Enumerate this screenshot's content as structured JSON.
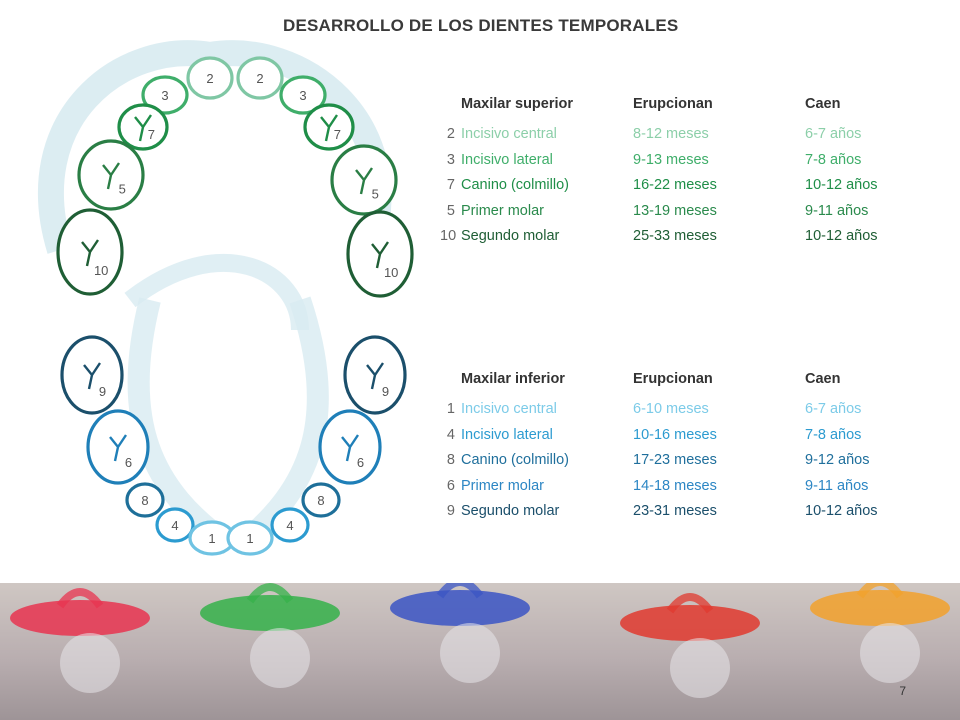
{
  "title": "DESARROLLO DE LOS DIENTES TEMPORALES",
  "page_number": "7",
  "colors": {
    "upper_teeth": [
      "#7fc7a4",
      "#3fae6a",
      "#1f8e48",
      "#2a7e45",
      "#1f5e35"
    ],
    "lower_teeth": [
      "#6fc3e3",
      "#2c9bd0",
      "#1f7fb8",
      "#1e6f99",
      "#1b4f6b"
    ],
    "arch_shadow": "#d8ebf1",
    "banner_items": [
      "#e83450",
      "#35b24a",
      "#3b55c4",
      "#e03a2f",
      "#f2a12c"
    ]
  },
  "upper_teeth": [
    {
      "label": "2",
      "side": "right"
    },
    {
      "label": "2",
      "side": "left"
    },
    {
      "label": "3",
      "side": "right"
    },
    {
      "label": "3",
      "side": "left"
    },
    {
      "label": "7",
      "side": "right"
    },
    {
      "label": "7",
      "side": "left"
    },
    {
      "label": "5",
      "side": "right"
    },
    {
      "label": "5",
      "side": "left"
    },
    {
      "label": "10",
      "side": "right"
    },
    {
      "label": "10",
      "side": "left"
    }
  ],
  "lower_teeth": [
    {
      "label": "9",
      "side": "right"
    },
    {
      "label": "9",
      "side": "left"
    },
    {
      "label": "6",
      "side": "right"
    },
    {
      "label": "6",
      "side": "left"
    },
    {
      "label": "8",
      "side": "right"
    },
    {
      "label": "8",
      "side": "left"
    },
    {
      "label": "4",
      "side": "right"
    },
    {
      "label": "4",
      "side": "left"
    },
    {
      "label": "1",
      "side": "right"
    },
    {
      "label": "1",
      "side": "left"
    }
  ],
  "upper_table": {
    "header": {
      "name": "Maxilar superior",
      "erupt": "Erupcionan",
      "fall": "Caen"
    },
    "rows": [
      {
        "num": "2",
        "name": "Incisivo central",
        "erupt": "8-12 meses",
        "fall": "6-7 años",
        "color": "#8ccfa9"
      },
      {
        "num": "3",
        "name": "Incisivo lateral",
        "erupt": "9-13 meses",
        "fall": "7-8 años",
        "color": "#3fae6a"
      },
      {
        "num": "7",
        "name": "Canino (colmillo)",
        "erupt": "16-22 meses",
        "fall": "10-12 años",
        "color": "#1f8e48"
      },
      {
        "num": "5",
        "name": "Primer molar",
        "erupt": "13-19 meses",
        "fall": "9-11 años",
        "color": "#2a8a4c"
      },
      {
        "num": "10",
        "name": "Segundo molar",
        "erupt": "25-33 meses",
        "fall": "10-12 años",
        "color": "#1f5e35"
      }
    ]
  },
  "lower_table": {
    "header": {
      "name": "Maxilar inferior",
      "erupt": "Erupcionan",
      "fall": "Caen"
    },
    "rows": [
      {
        "num": "1",
        "name": "Incisivo central",
        "erupt": "6-10 meses",
        "fall": "6-7 años",
        "color": "#7ccbe8"
      },
      {
        "num": "4",
        "name": "Incisivo lateral",
        "erupt": "10-16 meses",
        "fall": "7-8 años",
        "color": "#2c9bd0"
      },
      {
        "num": "8",
        "name": "Canino (colmillo)",
        "erupt": "17-23 meses",
        "fall": "9-12 años",
        "color": "#1f6f9c"
      },
      {
        "num": "6",
        "name": "Primer molar",
        "erupt": "14-18 meses",
        "fall": "9-11 años",
        "color": "#2c86c4"
      },
      {
        "num": "9",
        "name": "Segundo molar",
        "erupt": "23-31 meses",
        "fall": "10-12 años",
        "color": "#1b4f6b"
      }
    ]
  }
}
